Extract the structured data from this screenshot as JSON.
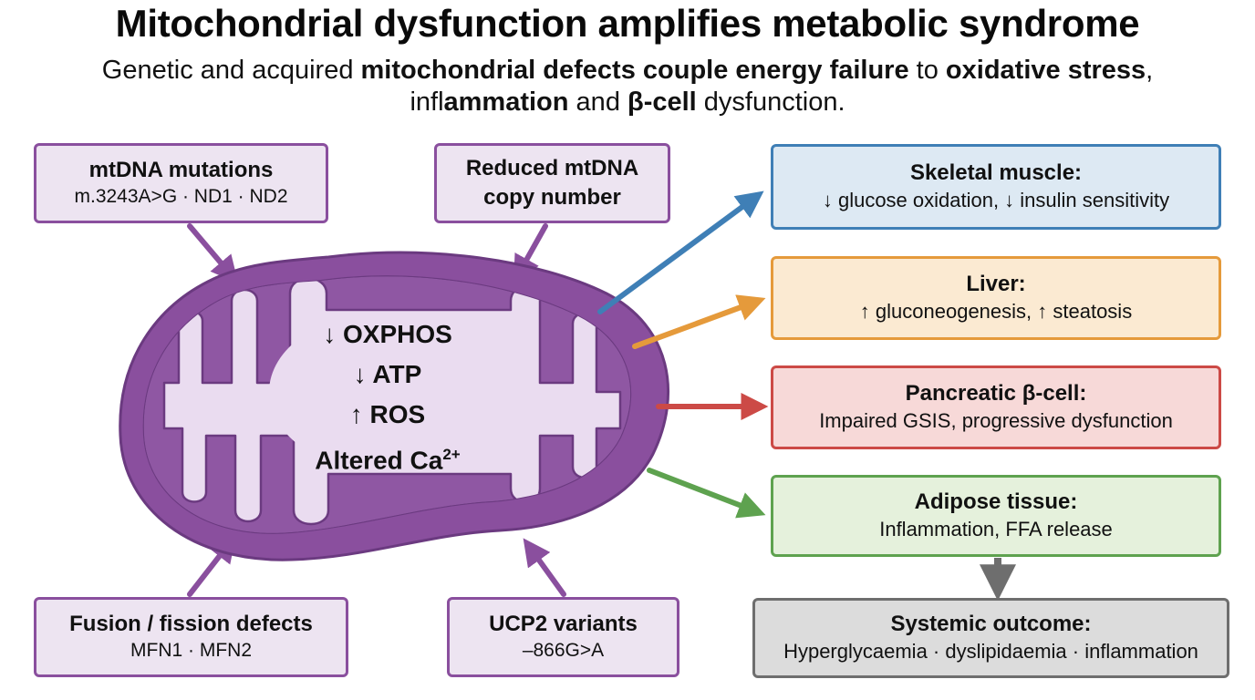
{
  "title": "Mitochondrial dysfunction amplifies metabolic syndrome",
  "subtitle": {
    "p1": "Genetic and acquired ",
    "b1": "mitochondrial defects couple energy failure",
    "p2": " to ",
    "b2": "oxidative stress",
    "p3": ", infl",
    "b3": "ammation",
    "p4": " and ",
    "b4": "β-cell",
    "p5": " dysfunction."
  },
  "causes": [
    {
      "heading": "mtDNA mutations",
      "detail": "m.3243A>G · ND1 · ND2"
    },
    {
      "heading": "Reduced mtDNA copy number",
      "detail": ""
    },
    {
      "heading": "Fusion / fission defects",
      "detail": "MFN1 · MFN2"
    },
    {
      "heading": "UCP2 variants",
      "detail": "–866G>A"
    }
  ],
  "mitochondrion": {
    "line1": "↓ OXPHOS",
    "line2": "↓ ATP",
    "line3": "↑ ROS",
    "line4": "Altered Ca",
    "line4_sup": "2+"
  },
  "organs": [
    {
      "heading": "Skeletal muscle:",
      "detail": "↓ glucose oxidation, ↓ insulin sensitivity",
      "color": "#3f7fb6"
    },
    {
      "heading": "Liver:",
      "detail": "↑ gluconeogenesis, ↑ steatosis",
      "color": "#e59a3b"
    },
    {
      "heading": "Pancreatic β-cell:",
      "detail": "Impaired GSIS, progressive dysfunction",
      "color": "#cc4a46"
    },
    {
      "heading": "Adipose tissue:",
      "detail": "Inflammation, FFA release",
      "color": "#5ea24f"
    }
  ],
  "outcome": {
    "heading": "Systemic outcome:",
    "detail": "Hyperglycaemia · dyslipidaemia · inflammation",
    "color": "#6e6e6e"
  },
  "colors": {
    "mito_membrane": "#8a4f9e",
    "mito_fill": "#eadcf0",
    "cause_border": "#8a4f9e"
  }
}
